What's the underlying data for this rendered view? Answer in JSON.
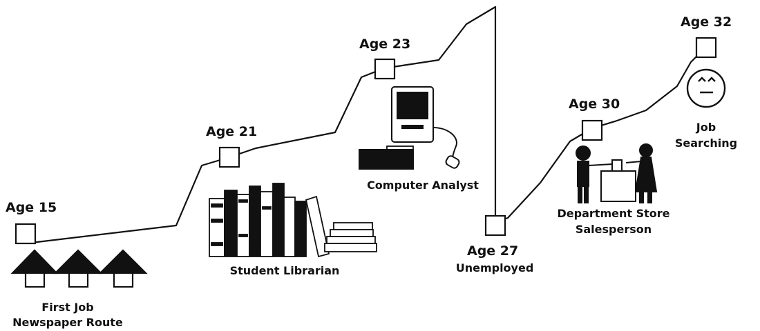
{
  "milestones": [
    {
      "age": "Age 15",
      "job": [
        "First Job",
        "Newspaper Route"
      ],
      "icon": "houses-icon"
    },
    {
      "age": "Age 21",
      "job": [
        "Student Librarian"
      ],
      "icon": "books-icon"
    },
    {
      "age": "Age 23",
      "job": [
        "Computer Analyst"
      ],
      "icon": "computer-icon"
    },
    {
      "age": "Age 27",
      "job": [
        "Unemployed"
      ],
      "icon": "none"
    },
    {
      "age": "Age 30",
      "job": [
        "Department Store",
        "Salesperson"
      ],
      "icon": "store-clerk-icon"
    },
    {
      "age": "Age 32",
      "job": [
        "Job",
        "Searching"
      ],
      "icon": "worried-face-icon"
    }
  ],
  "colors": {
    "ink": "#111111",
    "paper": "#ffffff"
  }
}
